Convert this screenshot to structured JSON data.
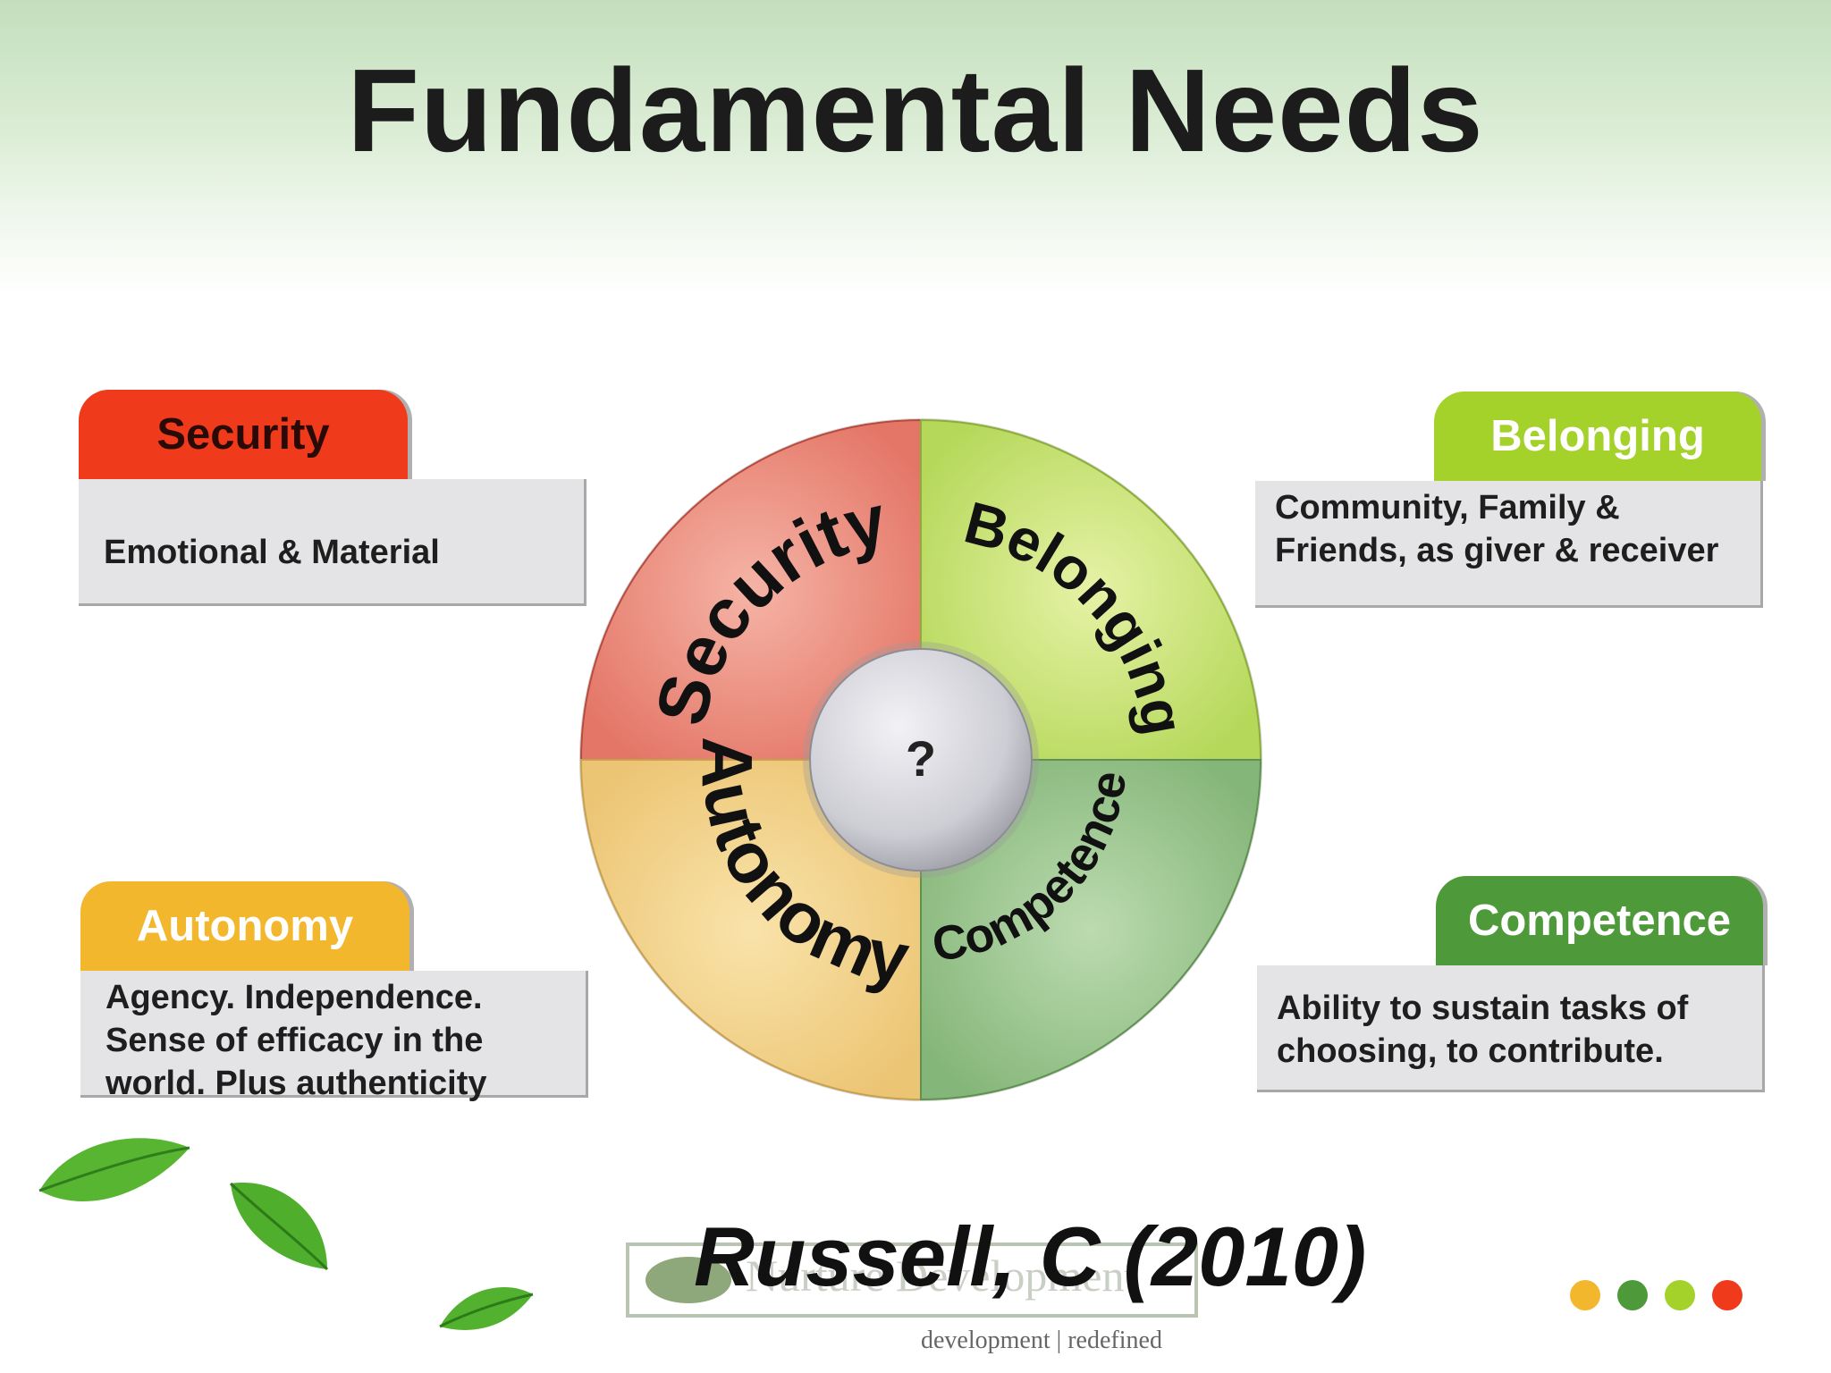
{
  "title": "Fundamental Needs",
  "cards": {
    "security": {
      "heading": "Security",
      "text": "Emotional & Material"
    },
    "belonging": {
      "heading": "Belonging",
      "text": "Community, Family & Friends, as giver & receiver"
    },
    "autonomy": {
      "heading": "Autonomy",
      "text": "Agency. Independence. Sense of efficacy in the world. Plus authenticity"
    },
    "competence": {
      "heading": "Competence",
      "text": "Ability to sustain tasks of choosing, to contribute."
    }
  },
  "wheel": {
    "center": "?",
    "segments": {
      "security": "Security",
      "belonging": "Belonging",
      "autonomy": "Autonomy",
      "competence": "Competence"
    }
  },
  "citation": "Russell, C (2010)",
  "logo": {
    "name": "Nurture Development",
    "tagline": "development | redefined"
  },
  "colors": {
    "security": "#ef3a1c",
    "belonging": "#a5d12b",
    "autonomy": "#f3b72e",
    "competence": "#4e9a3a",
    "dots": [
      "#f3b72e",
      "#4e9a3a",
      "#a5d12b",
      "#ef3a1c"
    ]
  }
}
